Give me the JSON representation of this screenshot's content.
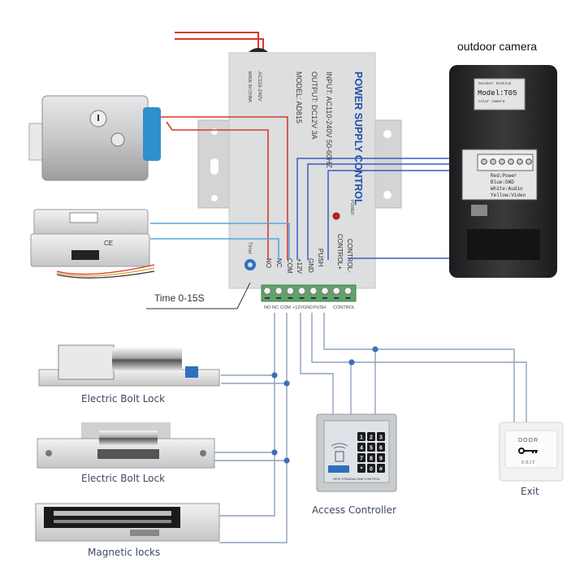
{
  "labels": {
    "outdoor_camera": "outdoor camera",
    "time": "Time 0-15S",
    "electric_bolt_lock_1": "Electric Bolt Lock",
    "electric_bolt_lock_2": "Electric Bolt Lock",
    "magnetic_locks": "Magnetic locks",
    "access_controller": "Access Controller",
    "exit": "Exit"
  },
  "power_supply": {
    "title": "POWER SUPPLY CONTROL",
    "input": "INPUT: AC110-240V 50-60HZ",
    "output": "OUTPUT: DC12V 3A",
    "model": "MODEL: AD815",
    "side_voltage": "AC110-240V",
    "made_in": "MADE IN CHINA",
    "power_led": "POWER",
    "timer": "Timer",
    "vertical_terminals": [
      "NO",
      "NC",
      "COM",
      "+12V",
      "GND",
      "PUSH",
      "CONTROL+",
      "CONTROL-"
    ],
    "terminal_strip_labels": [
      "NO",
      "NC",
      "COM",
      "+12V",
      "GND",
      "PUSH",
      "CONTROL"
    ]
  },
  "camera": {
    "screen_title": "Outdoor Station",
    "model": "Model:T05",
    "subtitle": "color camera",
    "wiring_labels": [
      "Red:Power",
      "Blue:GND",
      "White:Audio",
      "Yellow:Video"
    ]
  },
  "keypad": {
    "keys": [
      "1",
      "2",
      "3",
      "4",
      "5",
      "6",
      "7",
      "8",
      "9",
      "*",
      "0",
      "#"
    ],
    "footer": "RFID STANDALONE CONTROL"
  },
  "exit_button": {
    "top": "DOOR",
    "bottom": "EXIT"
  },
  "colors": {
    "wire_red": "#d6392c",
    "wire_blue": "#3e5bbf",
    "wire_lightblue": "#5aa5d6",
    "wire_gray": "#8ea3bd",
    "junction": "#3c6fb8",
    "terminal_green": "#5fa36a",
    "ps_body": "#dcdee0",
    "ps_text": "#1f4fa8",
    "camera_body": "#2b2b2d",
    "lock_blue": "#2f8fcf"
  }
}
